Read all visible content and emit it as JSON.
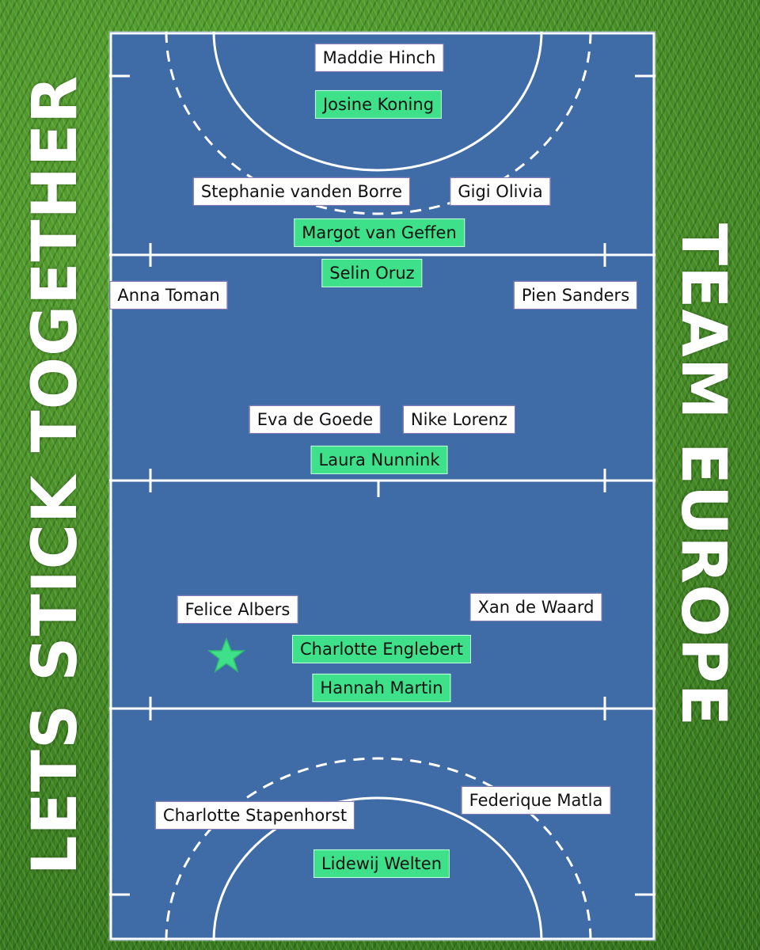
{
  "side_text": {
    "left": "LETS STICK TOGETHER",
    "right": "TEAM EUROPE"
  },
  "colors": {
    "pitch": "#3f6ba6",
    "grass": "#3f8a22",
    "lines": "#ffffff",
    "green_label": "#3ee08a",
    "white_label": "#ffffff",
    "star": "#3ee08a"
  },
  "players": [
    {
      "name": "Maddie Hinch",
      "style": "white"
    },
    {
      "name": "Josine Koning",
      "style": "green"
    },
    {
      "name": "Stephanie vanden Borre",
      "style": "white"
    },
    {
      "name": "Gigi Olivia",
      "style": "white"
    },
    {
      "name": "Margot van Geffen",
      "style": "green"
    },
    {
      "name": "Selin Oruz",
      "style": "green"
    },
    {
      "name": "Anna Toman",
      "style": "white"
    },
    {
      "name": "Pien Sanders",
      "style": "white"
    },
    {
      "name": "Eva de Goede",
      "style": "white"
    },
    {
      "name": "Nike Lorenz",
      "style": "white"
    },
    {
      "name": "Laura Nunnink",
      "style": "green"
    },
    {
      "name": "Felice Albers",
      "style": "white"
    },
    {
      "name": "Xan de Waard",
      "style": "white"
    },
    {
      "name": "Charlotte Englebert",
      "style": "green"
    },
    {
      "name": "Hannah Martin",
      "style": "green"
    },
    {
      "name": "Charlotte Stapenhorst",
      "style": "white"
    },
    {
      "name": "Federique Matla",
      "style": "white"
    },
    {
      "name": "Lidewij Welten",
      "style": "green"
    }
  ],
  "icons": {
    "star": "star-icon"
  }
}
